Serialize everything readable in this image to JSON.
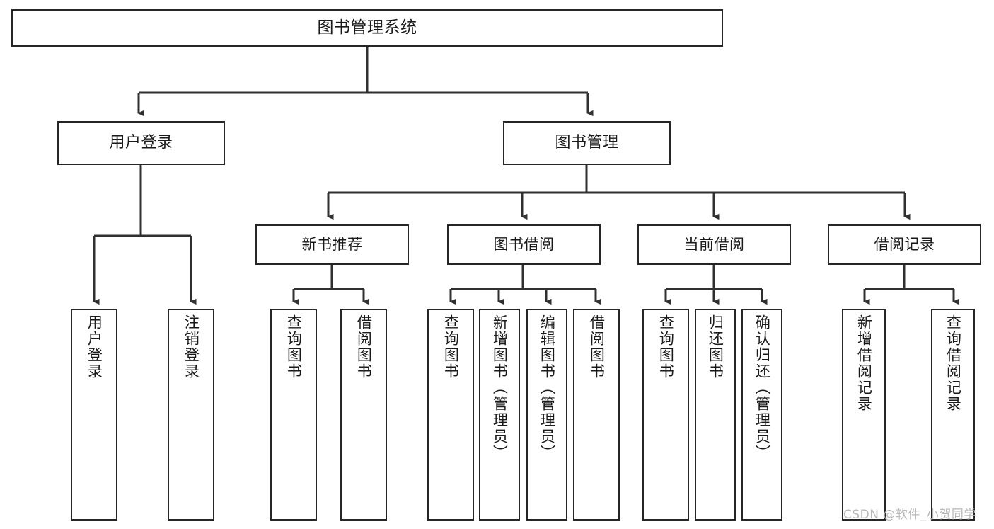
{
  "diagram": {
    "title": "图书管理系统",
    "type": "hierarchy-tree",
    "watermark": "CSDN @软件_小贺同学",
    "colors": {
      "box_border": "#262626",
      "box_fill": "#ffffff",
      "connector": "#303030",
      "text": "#1a1a1a",
      "watermark": "#b8b8b8"
    },
    "nodes": {
      "root": {
        "label": "图书管理系统"
      },
      "level2": [
        {
          "id": "user_login",
          "label": "用户登录"
        },
        {
          "id": "book_manage",
          "label": "图书管理"
        }
      ],
      "level3": [
        {
          "id": "new_book_rec",
          "label": "新书推荐",
          "parent": "book_manage"
        },
        {
          "id": "book_borrow",
          "label": "图书借阅",
          "parent": "book_manage"
        },
        {
          "id": "current_borrow",
          "label": "当前借阅",
          "parent": "book_manage"
        },
        {
          "id": "borrow_record",
          "label": "借阅记录",
          "parent": "book_manage"
        }
      ],
      "leaves": [
        {
          "id": "leaf_user_login",
          "label": "用户登录",
          "parent": "user_login"
        },
        {
          "id": "leaf_user_logout",
          "label": "注销登录",
          "parent": "user_login"
        },
        {
          "id": "leaf_rec_query",
          "label": "查询图书",
          "parent": "new_book_rec"
        },
        {
          "id": "leaf_rec_borrow",
          "label": "借阅图书",
          "parent": "new_book_rec"
        },
        {
          "id": "leaf_bb_query",
          "label": "查询图书",
          "parent": "book_borrow"
        },
        {
          "id": "leaf_bb_add",
          "label": "新增图书（管理员）",
          "parent": "book_borrow"
        },
        {
          "id": "leaf_bb_edit",
          "label": "编辑图书（管理员）",
          "parent": "book_borrow"
        },
        {
          "id": "leaf_bb_borrow",
          "label": "借阅图书",
          "parent": "book_borrow"
        },
        {
          "id": "leaf_cb_query",
          "label": "查询图书",
          "parent": "current_borrow"
        },
        {
          "id": "leaf_cb_return",
          "label": "归还图书",
          "parent": "current_borrow"
        },
        {
          "id": "leaf_cb_confirm",
          "label": "确认归还（管理员）",
          "parent": "current_borrow"
        },
        {
          "id": "leaf_br_add",
          "label": "新增借阅记录",
          "parent": "borrow_record"
        },
        {
          "id": "leaf_br_query",
          "label": "查询借阅记录",
          "parent": "borrow_record"
        }
      ]
    }
  }
}
